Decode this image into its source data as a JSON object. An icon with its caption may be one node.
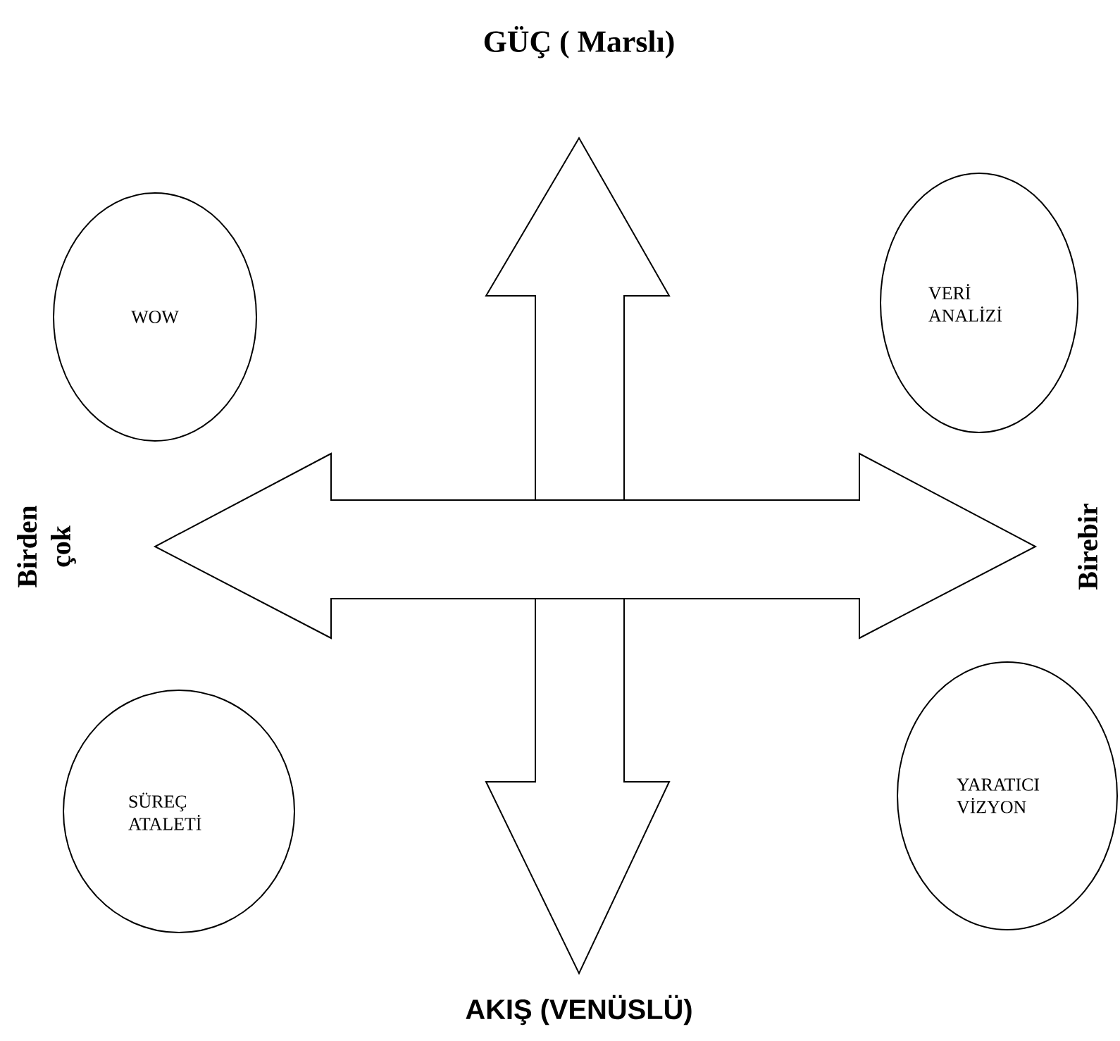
{
  "diagram": {
    "nodes": [
      {
        "text": [
          "WOW"
        ]
      },
      {
        "text": [
          "VERİ ANALİZİ"
        ]
      },
      {
        "text": [
          "SÜREÇ ATALETİ"
        ]
      },
      {
        "text": [
          "YARATICI VİZYON"
        ]
      }
    ],
    "labels": [
      "GÜÇ ( Marslı)",
      "Birden çok",
      "Birebir",
      "AKIŞ (VENÜSLÜ)"
    ]
  }
}
